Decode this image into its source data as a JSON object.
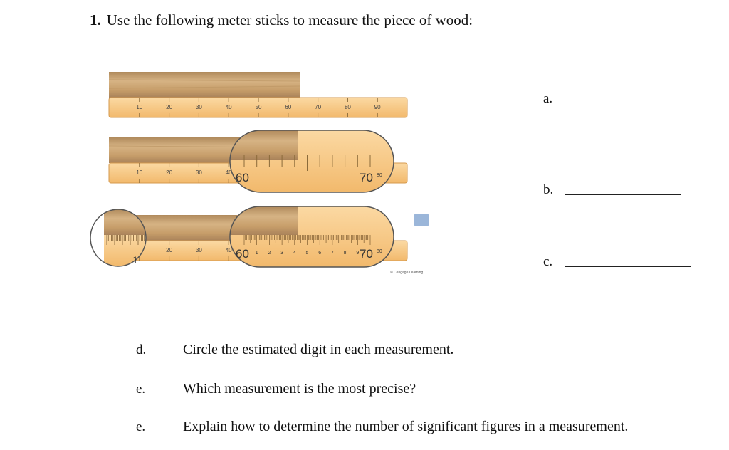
{
  "question": {
    "number": "1.",
    "text": "Use the following meter sticks to measure the piece of wood:"
  },
  "rulers": {
    "ruler1_labels": [
      "10",
      "20",
      "30",
      "40",
      "50",
      "60",
      "70",
      "80",
      "90"
    ],
    "ruler2_labels": [
      "10",
      "20",
      "30",
      "40"
    ],
    "ruler2_zoom": {
      "left": "60",
      "right": "70",
      "right_small": "80"
    },
    "ruler3_labels": [
      "20",
      "30",
      "40"
    ],
    "ruler3_zoom_left": "1",
    "ruler3_zoom": {
      "left": "60",
      "digits": [
        "1",
        "2",
        "3",
        "4",
        "5",
        "6",
        "7",
        "8",
        "9"
      ],
      "right": "70",
      "right_small": "80"
    },
    "credit": "© Cengage Learning"
  },
  "answers": [
    {
      "letter": "a."
    },
    {
      "letter": "b."
    },
    {
      "letter": "c."
    }
  ],
  "subquestions": [
    {
      "letter": "d.",
      "text": "Circle the estimated digit in each measurement."
    },
    {
      "letter": "e.",
      "text": "Which measurement is the most precise?"
    },
    {
      "letter": "e.",
      "text": "Explain how to determine the number of significant figures in a measurement."
    }
  ],
  "colors": {
    "ruler": "#f7c985",
    "wood": "#c9a373",
    "line": "#222222"
  }
}
